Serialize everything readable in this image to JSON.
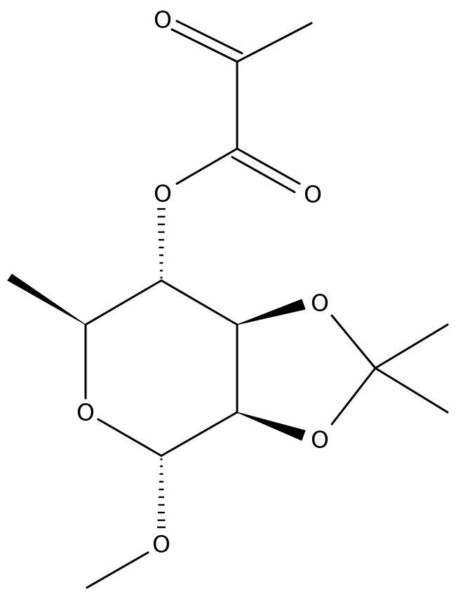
{
  "molecule": {
    "atoms": {
      "o_ketone": "O",
      "o_ester_carbonyl": "O",
      "o_ester": "O",
      "o_ring": "O",
      "o_dioxolane_upper": "O",
      "o_dioxolane_lower": "O",
      "o_methoxy": "O"
    }
  },
  "colors": {
    "bond": "#000000",
    "label": "#000000",
    "background": "#ffffff"
  }
}
